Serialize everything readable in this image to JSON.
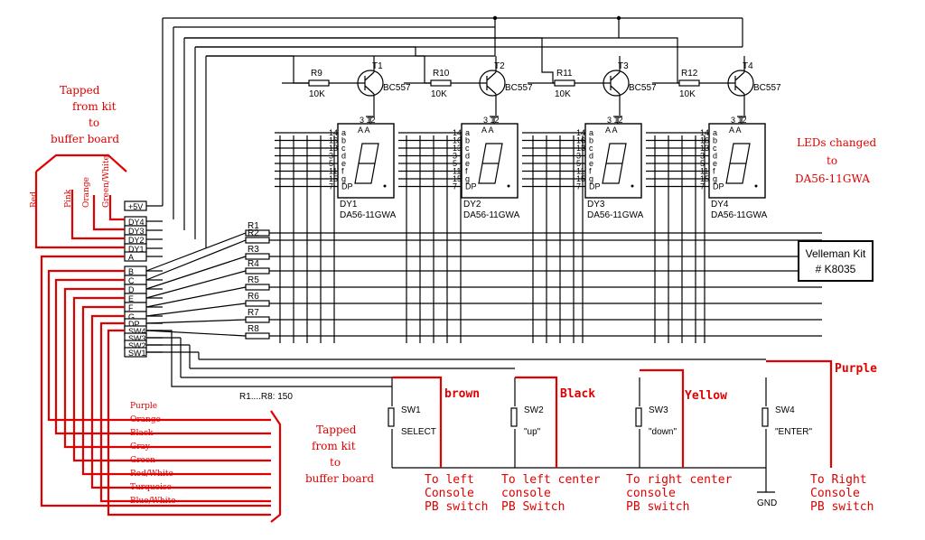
{
  "transistors": [
    {
      "ref": "T1",
      "type": "BC557",
      "resistor": "R9",
      "value": "10K"
    },
    {
      "ref": "T2",
      "type": "BC557",
      "resistor": "R10",
      "value": "10K"
    },
    {
      "ref": "T3",
      "type": "BC557",
      "resistor": "R11",
      "value": "10K"
    },
    {
      "ref": "T4",
      "type": "BC557",
      "resistor": "R12",
      "value": "10K"
    }
  ],
  "displays": [
    {
      "ref": "DY1",
      "part": "DA56-11GWA"
    },
    {
      "ref": "DY2",
      "part": "DA56-11GWA"
    },
    {
      "ref": "DY3",
      "part": "DA56-11GWA"
    },
    {
      "ref": "DY4",
      "part": "DA56-11GWA"
    }
  ],
  "display_pins": {
    "segments": [
      "a",
      "b",
      "c",
      "d",
      "e",
      "f",
      "g",
      "DP"
    ],
    "common": "A A",
    "common_pins": "3  12",
    "left_pins": [
      "14",
      "16",
      "13",
      "3",
      "5",
      "11",
      "15",
      "7"
    ]
  },
  "connector_labels": [
    "+5V",
    "DY4",
    "DY3",
    "DY2",
    "DY1",
    "A",
    "B",
    "C",
    "D",
    "E",
    "F",
    "G",
    "DP",
    "SW4",
    "SW3",
    "SW2",
    "SW1"
  ],
  "resistors": [
    "R1",
    "R2",
    "R3",
    "R4",
    "R5",
    "R6",
    "R7",
    "R8"
  ],
  "resistor_note": "R1....R8: 150",
  "switches": [
    {
      "ref": "SW1",
      "name": "SELECT",
      "wire": "brown",
      "dest": [
        "To left",
        "Console",
        "PB switch"
      ]
    },
    {
      "ref": "SW2",
      "name": "\"up\"",
      "wire": "Black",
      "dest": [
        "To left center",
        "console",
        "PB Switch"
      ]
    },
    {
      "ref": "SW3",
      "name": "\"down\"",
      "wire": "Yellow",
      "dest": [
        "To right center",
        "console",
        "PB switch"
      ]
    },
    {
      "ref": "SW4",
      "name": "\"ENTER\"",
      "wire": "Purple",
      "dest": [
        "To Right",
        "Console",
        "PB switch"
      ]
    }
  ],
  "gnd": "GND",
  "notes": {
    "tapped_top": [
      "Tapped",
      "from kit",
      "to",
      "buffer board"
    ],
    "tapped_bottom": [
      "Tapped",
      "from kit",
      "to",
      "buffer board"
    ],
    "leds_changed": [
      "LEDs changed",
      "to",
      "DA56-11GWA"
    ],
    "kit": [
      "Velleman Kit",
      "# K8035"
    ]
  },
  "wire_colors_top": [
    "Red",
    "Pink",
    "Orange",
    "Green/White"
  ],
  "wire_colors_bottom": [
    "Purple",
    "Orange",
    "Black",
    "Gray",
    "Green",
    "Red/White",
    "Turquoise",
    "Blue/White"
  ]
}
